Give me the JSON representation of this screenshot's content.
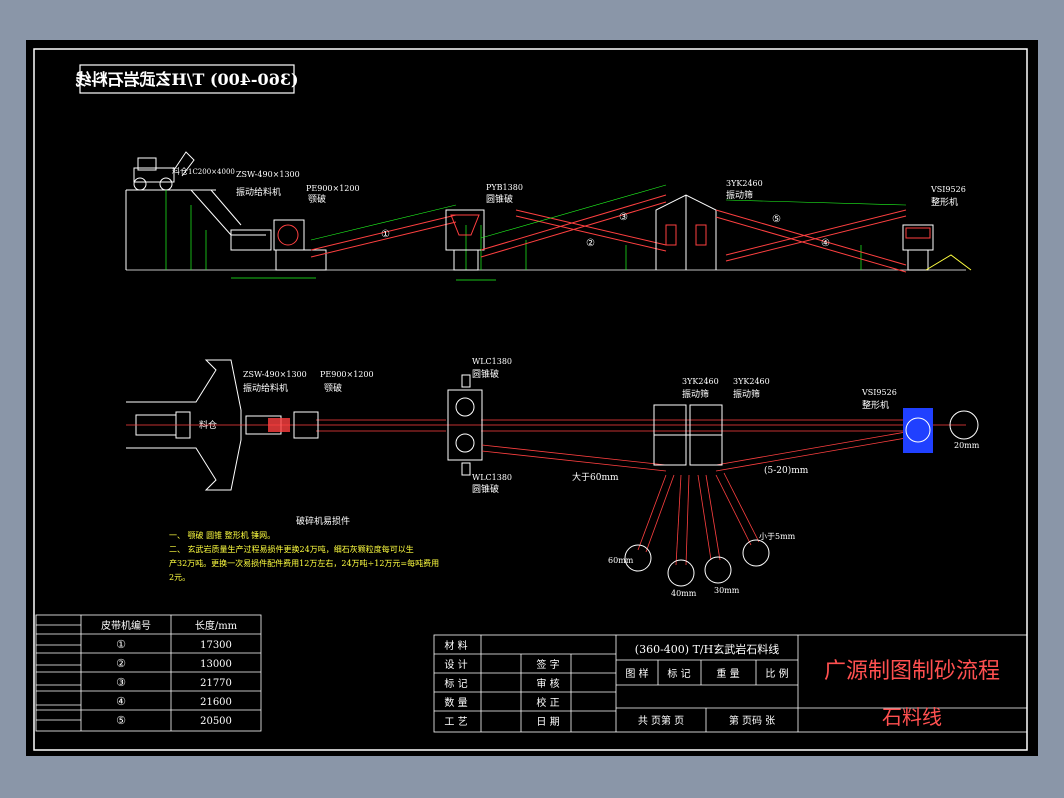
{
  "title_box": {
    "text": "(360-400) T/H玄武岩石料线"
  },
  "elevation_labels": {
    "loader": "料仓",
    "hopper_dim": "1C200×4000",
    "feeder": "ZSW-490×1300",
    "feeder_cn": "振动给料机",
    "jaw": "PE900×1200",
    "jaw_cn": "颚破",
    "cone": "PYB1380",
    "cone_cn": "圆锥破",
    "screen": "3YK2460",
    "screen_cn": "振动筛",
    "vsi": "VSI9526",
    "vsi_cn": "整形机",
    "c1": "①",
    "c2": "②",
    "c3": "③",
    "c4": "④",
    "c5": "⑤"
  },
  "plan_labels": {
    "feeder": "ZSW-490×1300",
    "feeder_cn": "振动给料机",
    "jaw": "PE900×1200",
    "jaw_cn": "颚破",
    "cone1": "WLC1380",
    "cone1_cn": "圆锥破",
    "cone2": "WLC1380",
    "cone2_cn": "圆锥破",
    "screen1": "3YK2460",
    "screen1_cn": "振动筛",
    "screen2": "3YK2460",
    "screen2_cn": "振动筛",
    "vsi": "VSI9526",
    "vsi_cn": "整形机",
    "silo": "料仓",
    "gt60": "大于60mm",
    "range": "(5-20)mm",
    "lt5": "小于5mm",
    "s60": "60mm",
    "s40": "40mm",
    "s30": "30mm",
    "s20": "20mm"
  },
  "notes": {
    "title": "破碎机易损件",
    "line1": "一、    颚破  圆锥  整形机  锤网。",
    "line2": "二、    玄武岩质量生产过程易损件更换24万吨，细石灰颗粒度每可以生",
    "line3": "产32万吨。更换一次易损件配件费用12万左右，24万吨÷12万元=每吨费用",
    "line4": "2元。"
  },
  "belt_table": {
    "headers": [
      "皮带机编号",
      "长度/mm"
    ],
    "rows": [
      [
        "①",
        "17300"
      ],
      [
        "②",
        "13000"
      ],
      [
        "③",
        "21770"
      ],
      [
        "④",
        "21600"
      ],
      [
        "⑤",
        "20500"
      ]
    ]
  },
  "title_block": {
    "labels": [
      "材  料",
      "设  计",
      "标  记",
      "数  量",
      "工  艺"
    ],
    "labels2": [
      "签  字",
      "审  核",
      "校  正",
      "日  期"
    ],
    "drawing_name": "(360-400) T/H玄武岩石料线",
    "attr_labels": [
      "图  样",
      "标  记",
      "重  量",
      "比  例"
    ],
    "pages": [
      "共    页第    页",
      "第  页码  张"
    ],
    "company": "广源制图制砂流程",
    "subtitle": "石料线"
  },
  "colors": {
    "background": "#000000",
    "frame": "#ffffff",
    "belt": "#ff4040",
    "dimension": "#20ff20",
    "text": "#ffffff",
    "note": "#ffff40",
    "vsi_body": "#2040ff"
  }
}
